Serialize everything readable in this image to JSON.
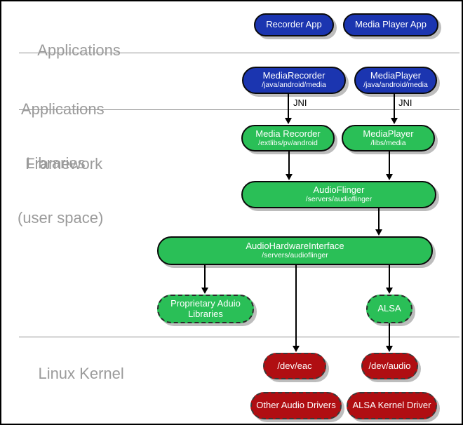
{
  "sections": {
    "applications": "Applications",
    "framework_line1": "Applications",
    "framework_line2": " Framework",
    "libraries_line1": "  Libraries",
    "libraries_line2": "(user space)",
    "kernel": "Linux Kernel"
  },
  "labels": {
    "jni_left": "JNI",
    "jni_right": "JNI"
  },
  "nodes": {
    "recorder_app": {
      "label": "Recorder App"
    },
    "media_player_app": {
      "label": "Media Player App"
    },
    "media_recorder_fw": {
      "label": "MediaRecorder",
      "sub": "/java/android/media"
    },
    "media_player_fw": {
      "label": "MediaPlayer",
      "sub": "/java/android/media"
    },
    "media_recorder_lib": {
      "label": "Media Recorder",
      "sub": "/extlibs/pv/android"
    },
    "media_player_lib": {
      "label": "MediaPlayer",
      "sub": "/libs/media"
    },
    "audioflinger": {
      "label": "AudioFlinger",
      "sub": "/servers/audioflinger"
    },
    "audio_hardware_interface": {
      "label": "AudioHardwareInterface",
      "sub": "/servers/audioflinger"
    },
    "proprietary_audio_libraries": {
      "label": "Proprietary Aduio",
      "label2": "Libraries"
    },
    "alsa": {
      "label": "ALSA"
    },
    "dev_eac": {
      "label": "/dev/eac"
    },
    "dev_audio": {
      "label": "/dev/audio"
    },
    "other_audio_drivers": {
      "label": "Other Audio Drivers"
    },
    "alsa_kernel_driver": {
      "label": "ALSA Kernel Driver"
    }
  },
  "colors": {
    "app_blue": "#1b35b0",
    "lib_green": "#2abf57",
    "kernel_red": "#b00e12",
    "shadow_gray": "#bdbdbd",
    "section_text_gray": "#9b9b9b"
  }
}
